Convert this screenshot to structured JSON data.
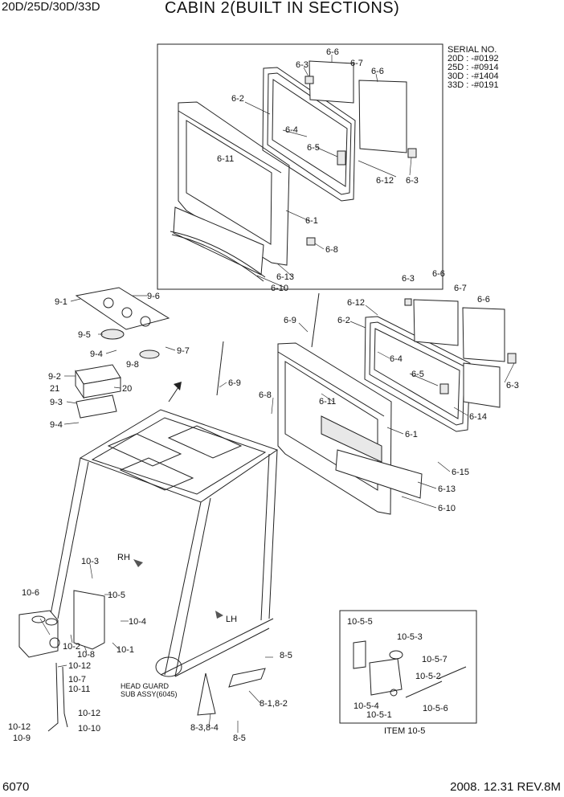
{
  "header": {
    "models": "20D/25D/30D/33D",
    "title": "CABIN 2(BUILT IN SECTIONS)"
  },
  "serial": {
    "heading": "SERIAL NO.",
    "lines": [
      "20D : -#0192",
      "25D : -#0914",
      "30D : -#1404",
      "33D : -#0191"
    ]
  },
  "footer": {
    "page": "6070",
    "revision": "2008. 12.31  REV.8M"
  },
  "item_box_caption": "ITEM 10-5",
  "head_guard_label": [
    "HEAD GUARD",
    "SUB ASSY(6045)"
  ],
  "direction_labels": {
    "rh": "RH",
    "lh": "LH"
  },
  "callouts": {
    "upper_panel": [
      "6-6",
      "6-3",
      "6-7",
      "6-6",
      "6-2",
      "6-4",
      "6-11",
      "6-5",
      "6-3",
      "6-12",
      "6-1",
      "6-8",
      "6-13",
      "6-10"
    ],
    "right_panel": [
      "6-3",
      "6-6",
      "6-7",
      "6-6",
      "6-12",
      "6-9",
      "6-2",
      "6-4",
      "6-5",
      "6-3",
      "6-8",
      "6-11",
      "6-14",
      "6-1",
      "6-15",
      "6-13",
      "6-10"
    ],
    "roof": [
      "9-1",
      "9-6",
      "9-5",
      "9-4",
      "9-8",
      "9-7",
      "9-2",
      "21",
      "20",
      "9-3",
      "9-4",
      "6-9"
    ],
    "cabin": [
      "10-3",
      "10-5",
      "10-4",
      "10-6",
      "10-2",
      "10-8",
      "10-1",
      "10-12",
      "10-7",
      "10-11",
      "10-12",
      "10-10",
      "10-12",
      "10-9",
      "8-5",
      "8-1,8-2",
      "8-3,8-4",
      "8-5"
    ],
    "item_box": [
      "10-5-5",
      "10-5-3",
      "10-5-7",
      "10-5-2",
      "10-5-4",
      "10-5-1",
      "10-5-6"
    ]
  }
}
